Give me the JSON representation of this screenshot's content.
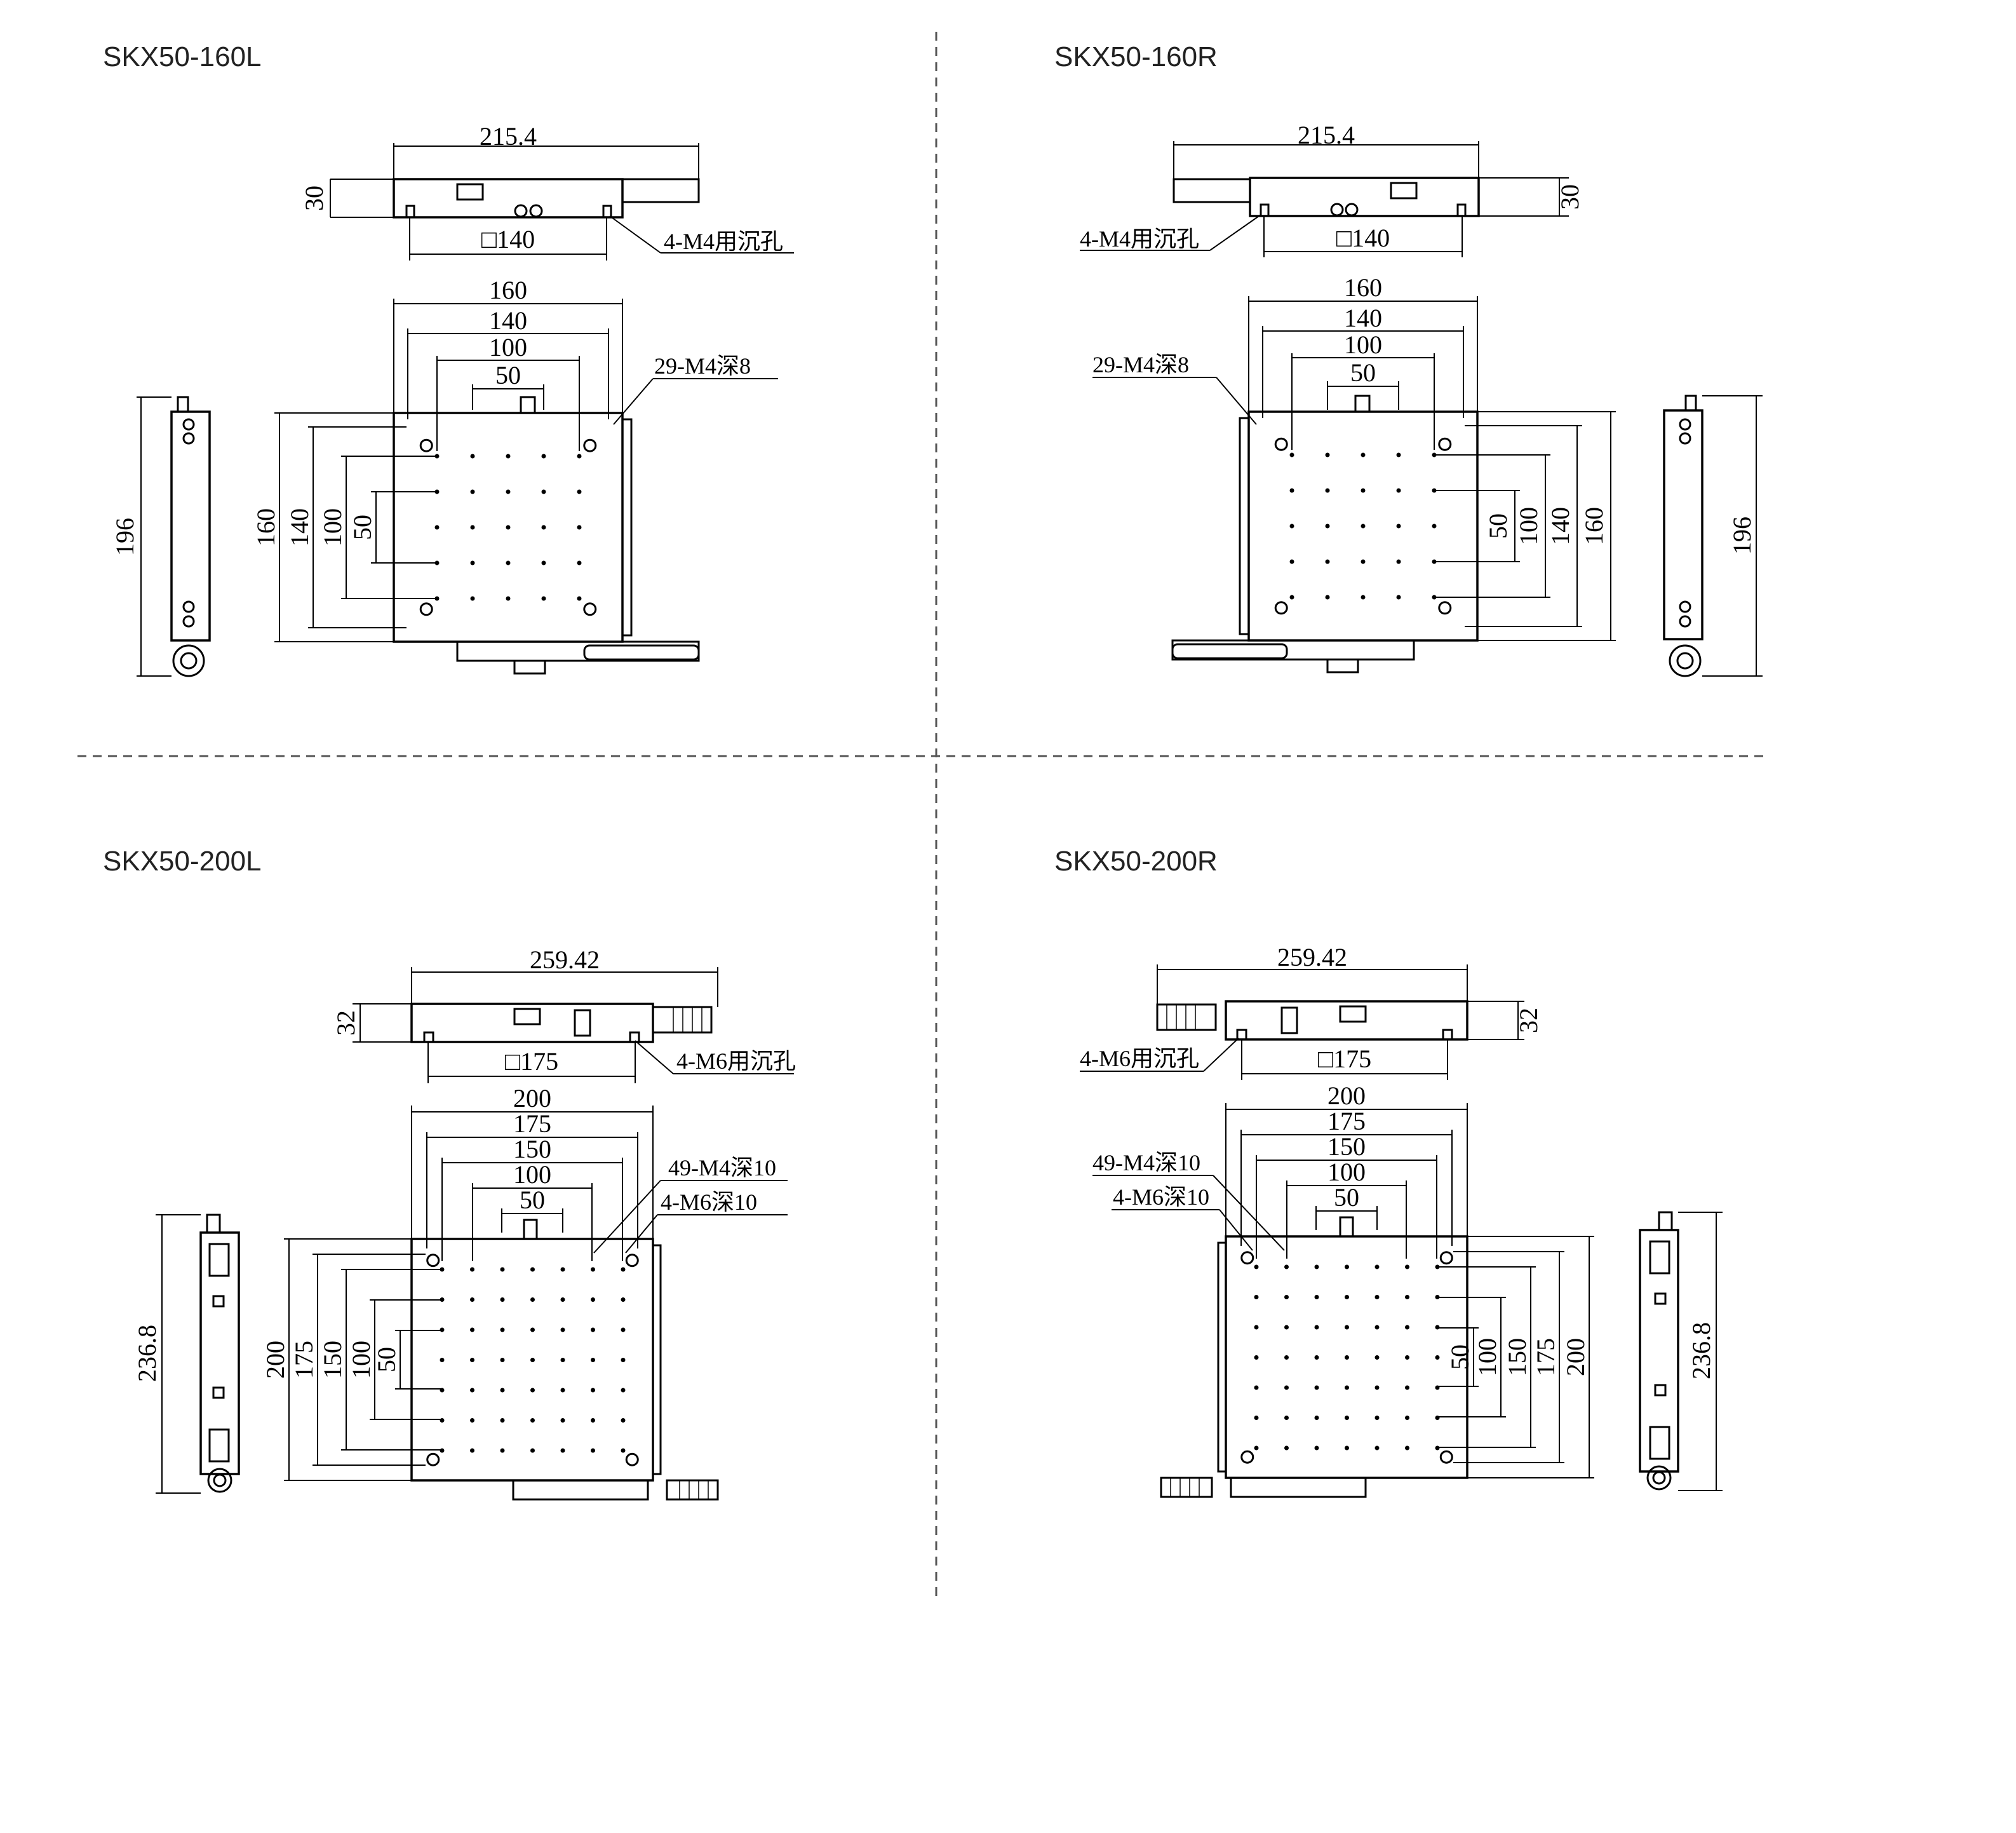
{
  "panels": [
    {
      "title": "SKX50-160L",
      "top_width": "215.4",
      "top_height": "30",
      "top_square": "□140",
      "top_note": "4-M4用沉孔",
      "h_dims": [
        "160",
        "140",
        "100",
        "50"
      ],
      "v_dims": [
        "160",
        "140",
        "100",
        "50"
      ],
      "side_height": "196",
      "hole_note": "29-M4深8",
      "hole_note2": ""
    },
    {
      "title": "SKX50-160R",
      "top_width": "215.4",
      "top_height": "30",
      "top_square": "□140",
      "top_note": "4-M4用沉孔",
      "h_dims": [
        "160",
        "140",
        "100",
        "50"
      ],
      "v_dims": [
        "160",
        "140",
        "100",
        "50"
      ],
      "side_height": "196",
      "hole_note": "29-M4深8",
      "hole_note2": ""
    },
    {
      "title": "SKX50-200L",
      "top_width": "259.42",
      "top_height": "32",
      "top_square": "□175",
      "top_note": "4-M6用沉孔",
      "h_dims": [
        "200",
        "175",
        "150",
        "100",
        "50"
      ],
      "v_dims": [
        "200",
        "175",
        "150",
        "100",
        "50"
      ],
      "side_height": "236.8",
      "hole_note": "49-M4深10",
      "hole_note2": "4-M6深10"
    },
    {
      "title": "SKX50-200R",
      "top_width": "259.42",
      "top_height": "32",
      "top_square": "□175",
      "top_note": "4-M6用沉孔",
      "h_dims": [
        "200",
        "175",
        "150",
        "100",
        "50"
      ],
      "v_dims": [
        "200",
        "175",
        "150",
        "100",
        "50"
      ],
      "side_height": "236.8",
      "hole_note": "49-M4深10",
      "hole_note2": "4-M6深10"
    }
  ]
}
